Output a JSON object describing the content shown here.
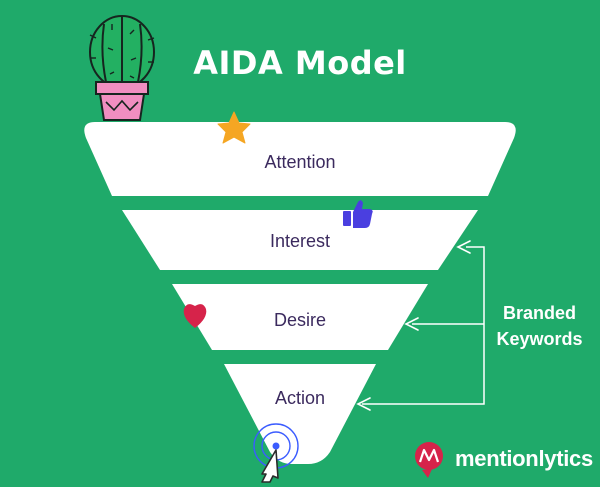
{
  "header": {
    "title": "AIDA Model"
  },
  "funnel": {
    "stages": [
      {
        "label": "Attention"
      },
      {
        "label": "Interest"
      },
      {
        "label": "Desire"
      },
      {
        "label": "Action"
      }
    ]
  },
  "annotation": {
    "line1": "Branded",
    "line2": "Keywords"
  },
  "brand": {
    "part1": "mention",
    "part2": "lytics"
  },
  "colors": {
    "background": "#1faa6a",
    "funnel": "#ffffff",
    "text": "#3b2a5e",
    "brand_red": "#d6234a"
  },
  "icons": [
    "cactus-icon",
    "star-icon",
    "thumbs-up-icon",
    "heart-icon",
    "target-cursor-icon",
    "mentionlytics-logo-icon"
  ]
}
